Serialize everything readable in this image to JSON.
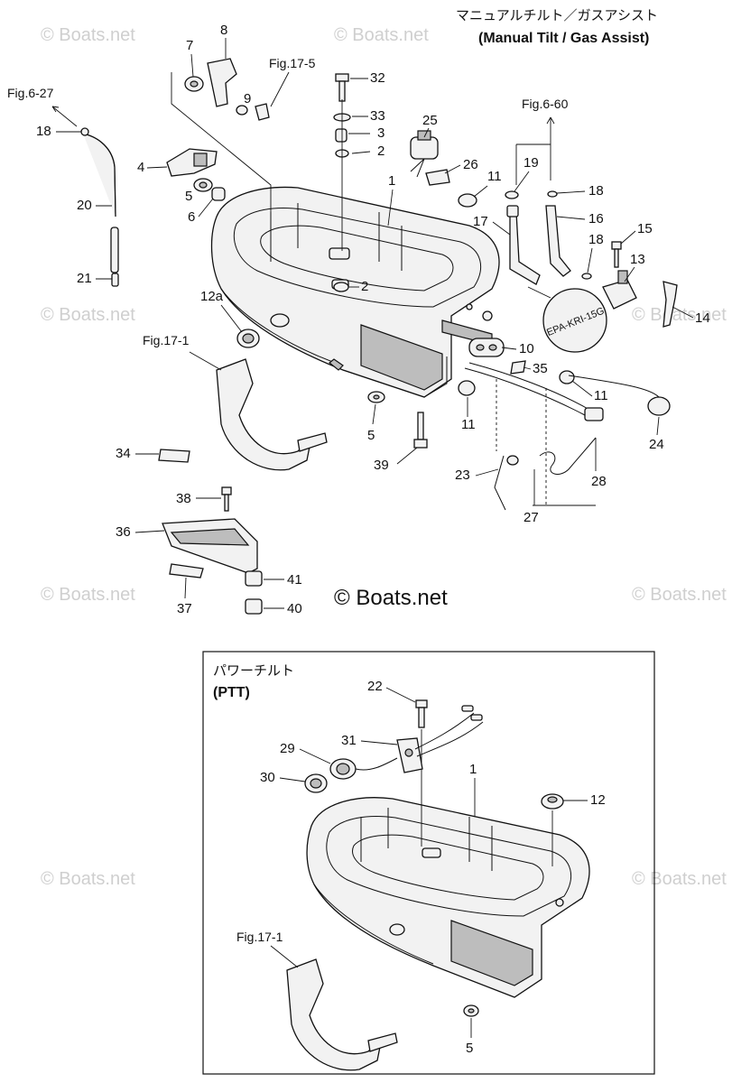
{
  "header": {
    "title_jp": "マニュアルチルト／ガスアシスト",
    "title_en": "(Manual Tilt / Gas Assist)"
  },
  "ptt_box": {
    "title_jp": "パワーチルト",
    "title_en": "(PTT)"
  },
  "copyright": "© Boats.net",
  "watermark": "© Boats.net",
  "figure_refs": {
    "fig_17_5": "Fig.17-5",
    "fig_6_27": "Fig.6-27",
    "fig_6_60": "Fig.6-60",
    "fig_17_1_top": "Fig.17-1",
    "fig_17_1_ptt": "Fig.17-1"
  },
  "epa_label": "EPA-KRI-15G",
  "callouts": {
    "c1": "1",
    "c2a": "2",
    "c2b": "2",
    "c3": "3",
    "c4": "4",
    "c5a": "5",
    "c6": "6",
    "c7": "7",
    "c8": "8",
    "c9": "9",
    "c10": "10",
    "c11a": "11",
    "c11b": "11",
    "c11c": "11",
    "c12a": "12a",
    "c13": "13",
    "c14": "14",
    "c15": "15",
    "c16": "16",
    "c17": "17",
    "c18a": "18",
    "c18b": "18",
    "c18c": "18",
    "c19": "19",
    "c20": "20",
    "c21": "21",
    "c23": "23",
    "c24": "24",
    "c25": "25",
    "c26": "26",
    "c27": "27",
    "c28": "28",
    "c32": "32",
    "c33": "33",
    "c34": "34",
    "c35": "35",
    "c36": "36",
    "c37": "37",
    "c38": "38",
    "c39": "39",
    "c40": "40",
    "c41": "41",
    "c5b": "5",
    "p22": "22",
    "p31": "31",
    "p29": "29",
    "p30": "30",
    "p1": "1",
    "p12": "12",
    "p5": "5"
  }
}
